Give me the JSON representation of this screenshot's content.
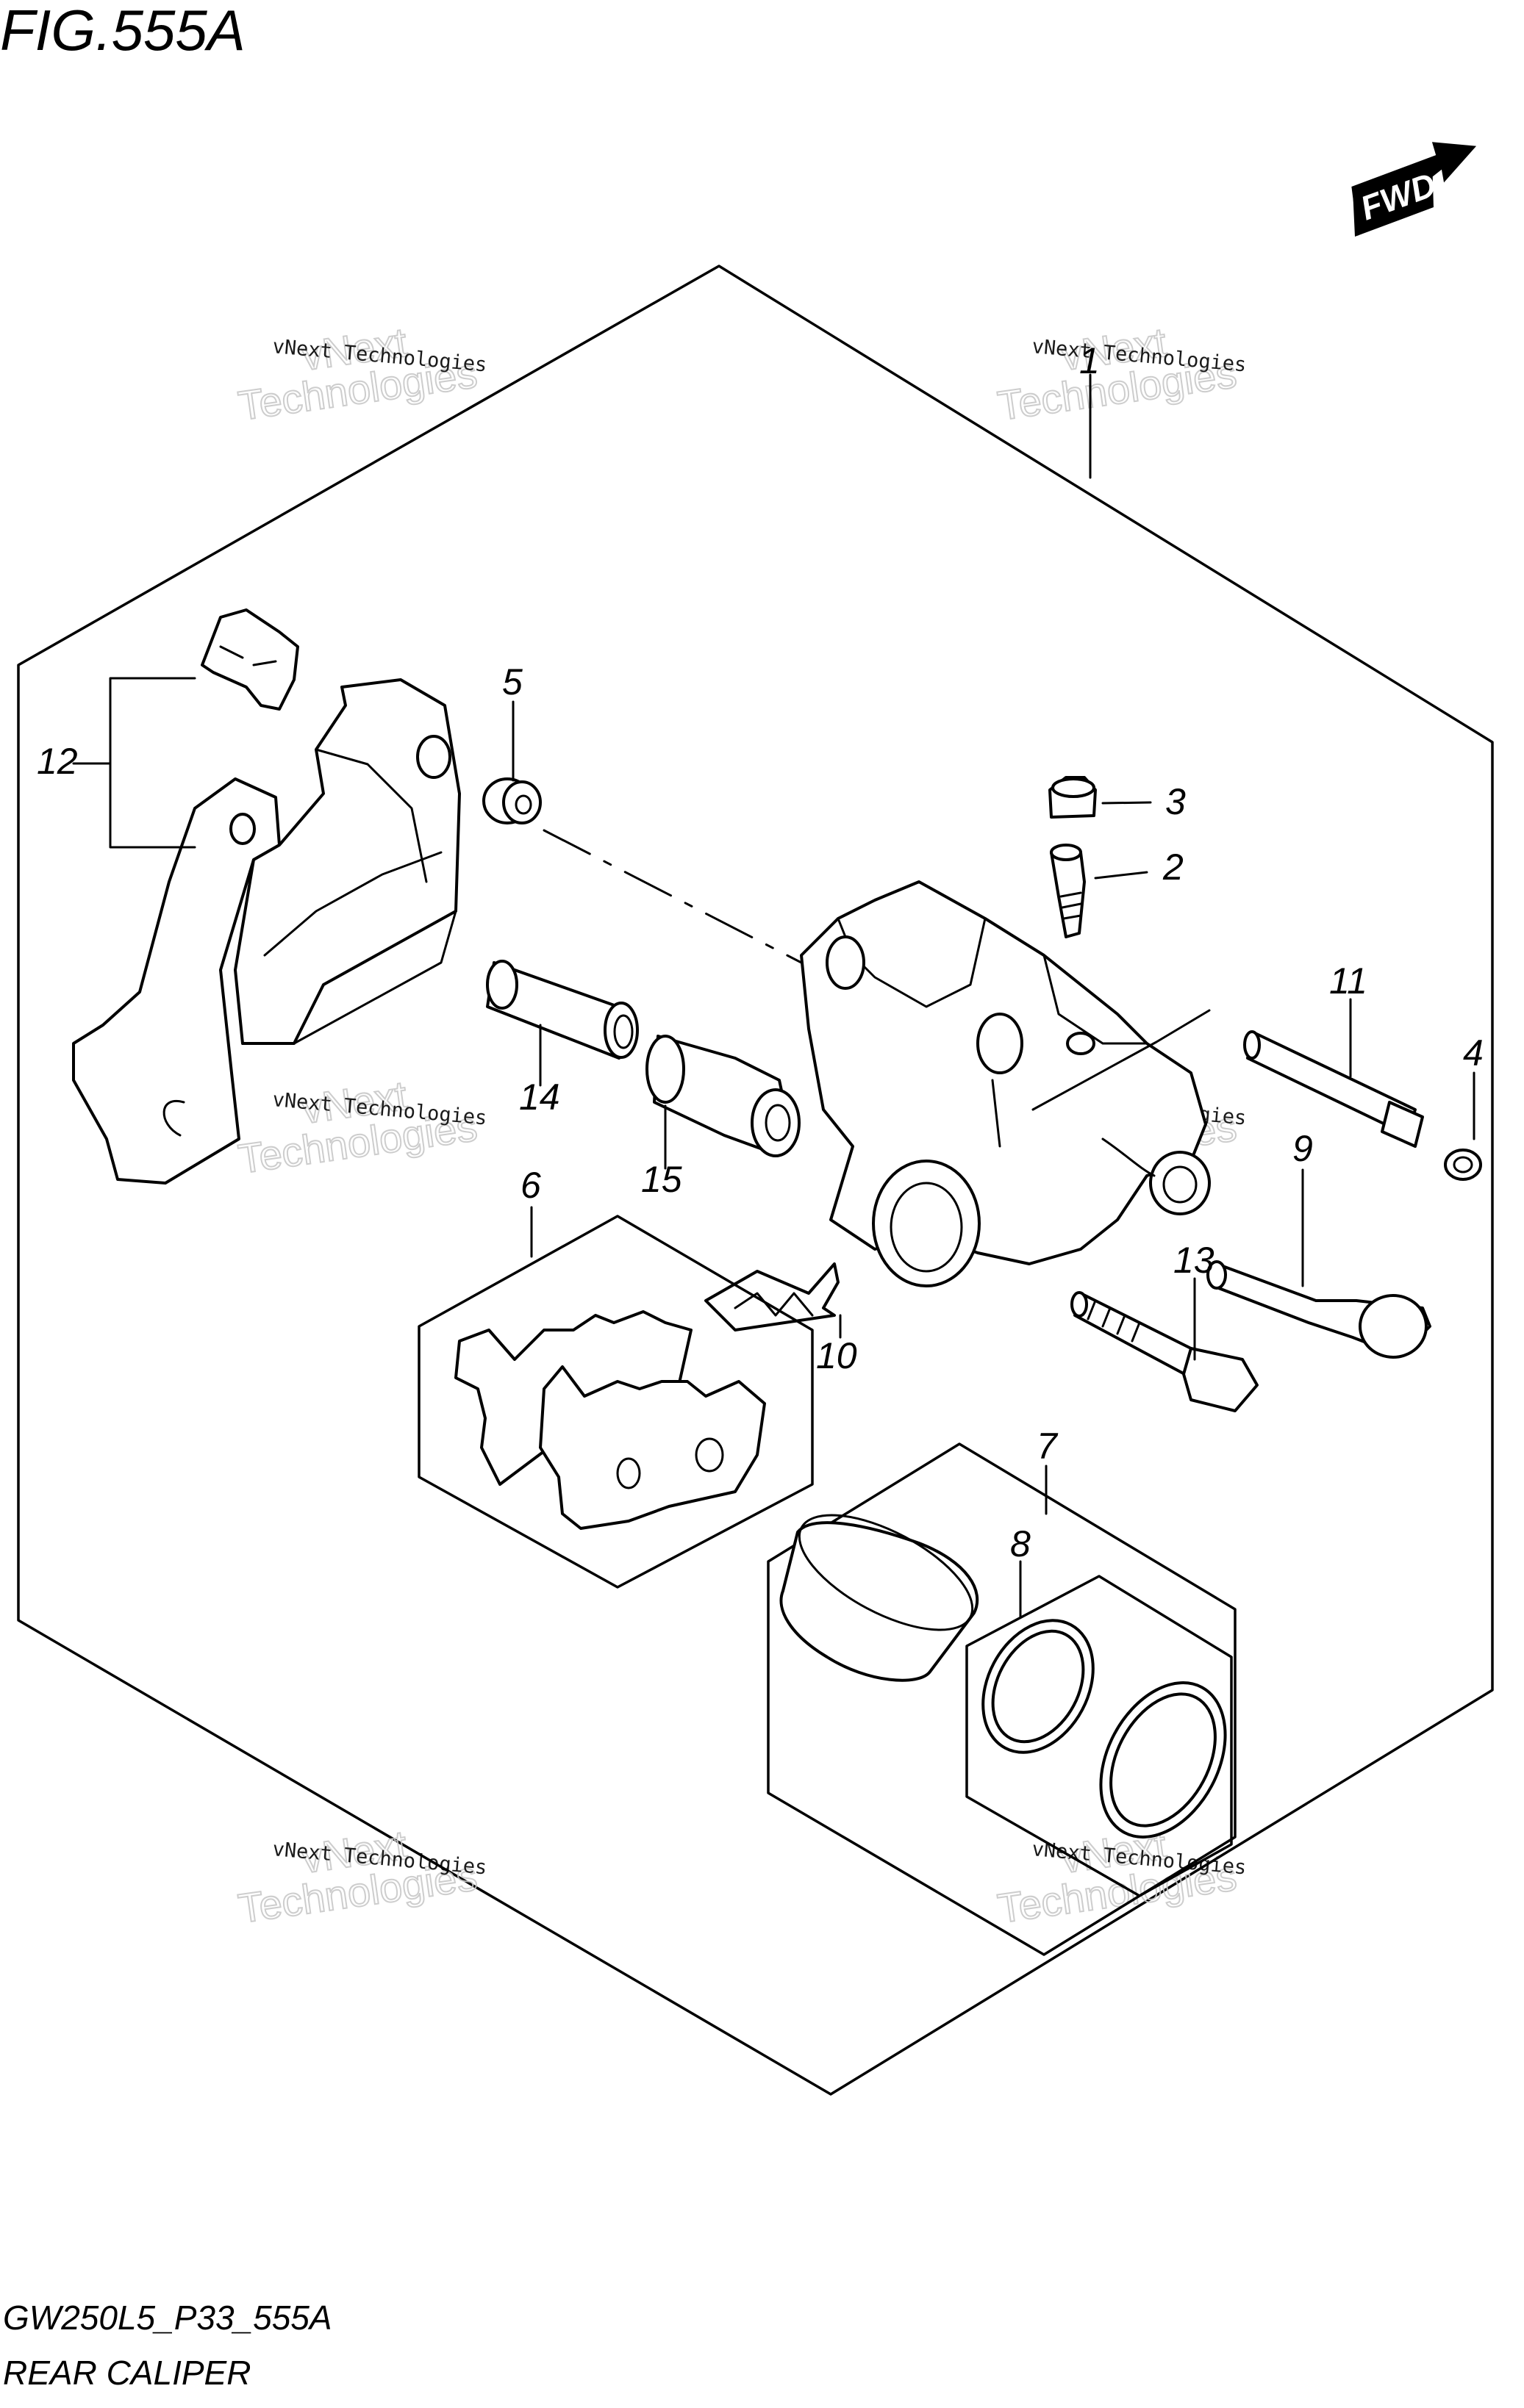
{
  "figure": {
    "title": "FIG.555A"
  },
  "direction_arrow": {
    "label": "FWD"
  },
  "callouts": [
    "1",
    "2",
    "3",
    "4",
    "5",
    "6",
    "7",
    "8",
    "9",
    "10",
    "11",
    "12",
    "13",
    "14",
    "15"
  ],
  "watermark": {
    "line1": "vNext Technologies",
    "line2a": "vNext",
    "line2b": "Technologies"
  },
  "footer": {
    "model_code": "GW250L5_P33_555A",
    "section_name": "REAR CALIPER"
  }
}
